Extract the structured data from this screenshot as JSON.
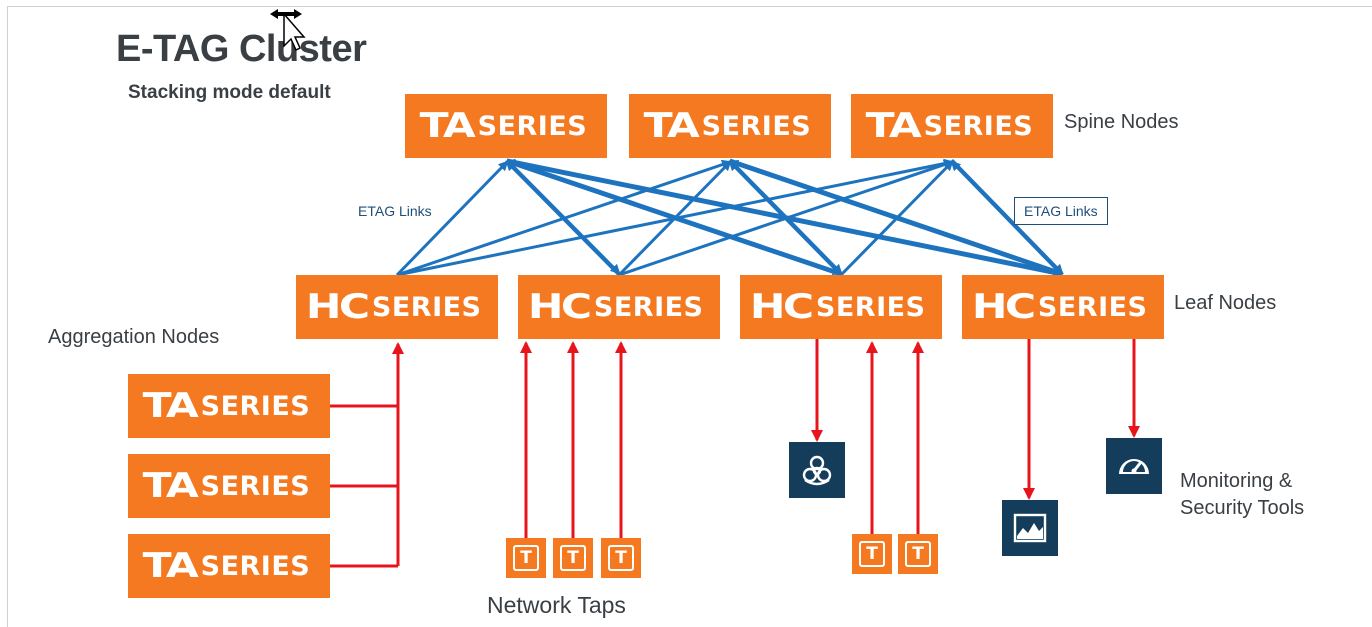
{
  "title": "E-TAG Cluster",
  "subtitle": "Stacking mode default",
  "spine_label": "Spine Nodes",
  "leaf_label": "Leaf Nodes",
  "aggregation_label": "Aggregation Nodes",
  "taps_label": "Network Taps",
  "tools_label_line1": "Monitoring &",
  "tools_label_line2": "Security Tools",
  "etag_label_left": "ETAG Links",
  "etag_label_right": "ETAG Links",
  "ta_logo": "TA",
  "hc_logo": "HC",
  "series_word": "SERIES",
  "tap_letter": "T",
  "colors": {
    "orange": "#f47920",
    "link_blue": "#1e73be",
    "feed_red": "#e8141c",
    "tool_navy": "#143d5c"
  },
  "icons": [
    "biohazard-icon",
    "speedometer-icon",
    "activity-monitor-icon",
    "move-cursor-icon"
  ]
}
